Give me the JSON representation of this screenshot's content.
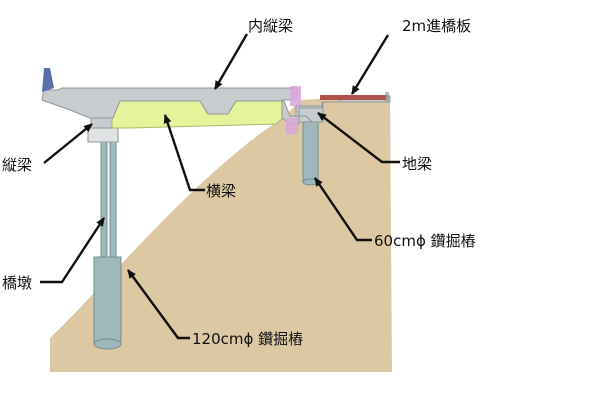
{
  "labels": {
    "inner_girder": "内縦梁",
    "approach_slab": "2m進橋板",
    "side_girder": "縦梁",
    "cross_beam": "横梁",
    "ground_beam": "地梁",
    "pier": "橋墩",
    "small_pile": "60cmϕ 鑽掘樁",
    "large_pile": "120cmϕ 鑽掘樁"
  },
  "colors": {
    "slope_soil": "#ddc8a4",
    "deck_concrete": "#c7ccce",
    "cross_beam_fill": "#e5f49a",
    "pier_pile": "#9fb8bc",
    "rail_blue": "#5b6fa8",
    "approach_slab_red": "#b0524c",
    "joint_magenta": "#d8a6dc"
  }
}
